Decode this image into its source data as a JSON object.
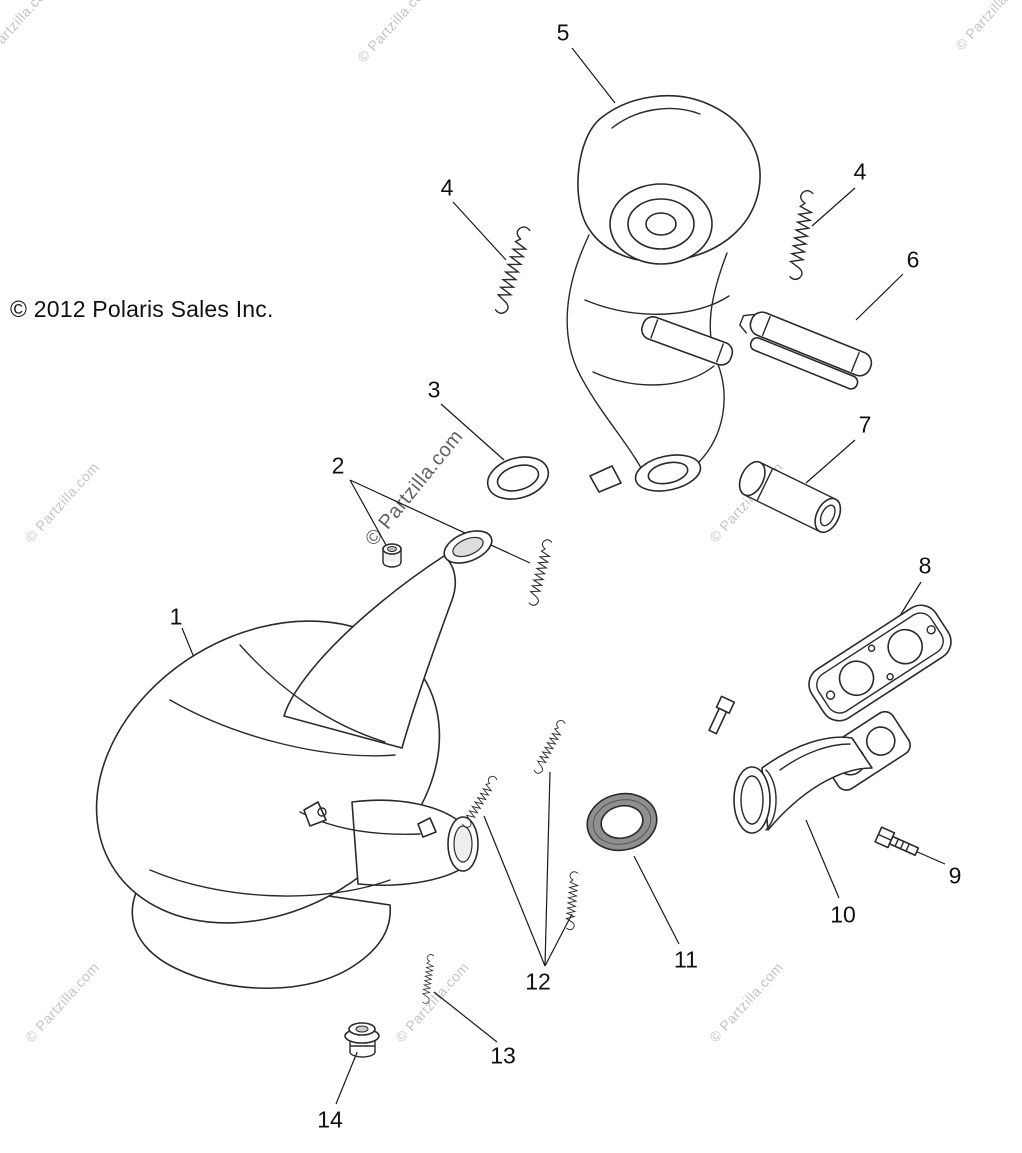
{
  "copyright": "© 2012 Polaris Sales Inc.",
  "watermark": {
    "text": "© Partzilla.com"
  },
  "diagram": {
    "description": "Exploded parts diagram of snowmobile exhaust system"
  },
  "callouts": [
    {
      "label": "1"
    },
    {
      "label": "2"
    },
    {
      "label": "3"
    },
    {
      "label": "4"
    },
    {
      "label": "4"
    },
    {
      "label": "5"
    },
    {
      "label": "6"
    },
    {
      "label": "7"
    },
    {
      "label": "8"
    },
    {
      "label": "9"
    },
    {
      "label": "10"
    },
    {
      "label": "11"
    },
    {
      "label": "12"
    },
    {
      "label": "13"
    },
    {
      "label": "14"
    }
  ]
}
